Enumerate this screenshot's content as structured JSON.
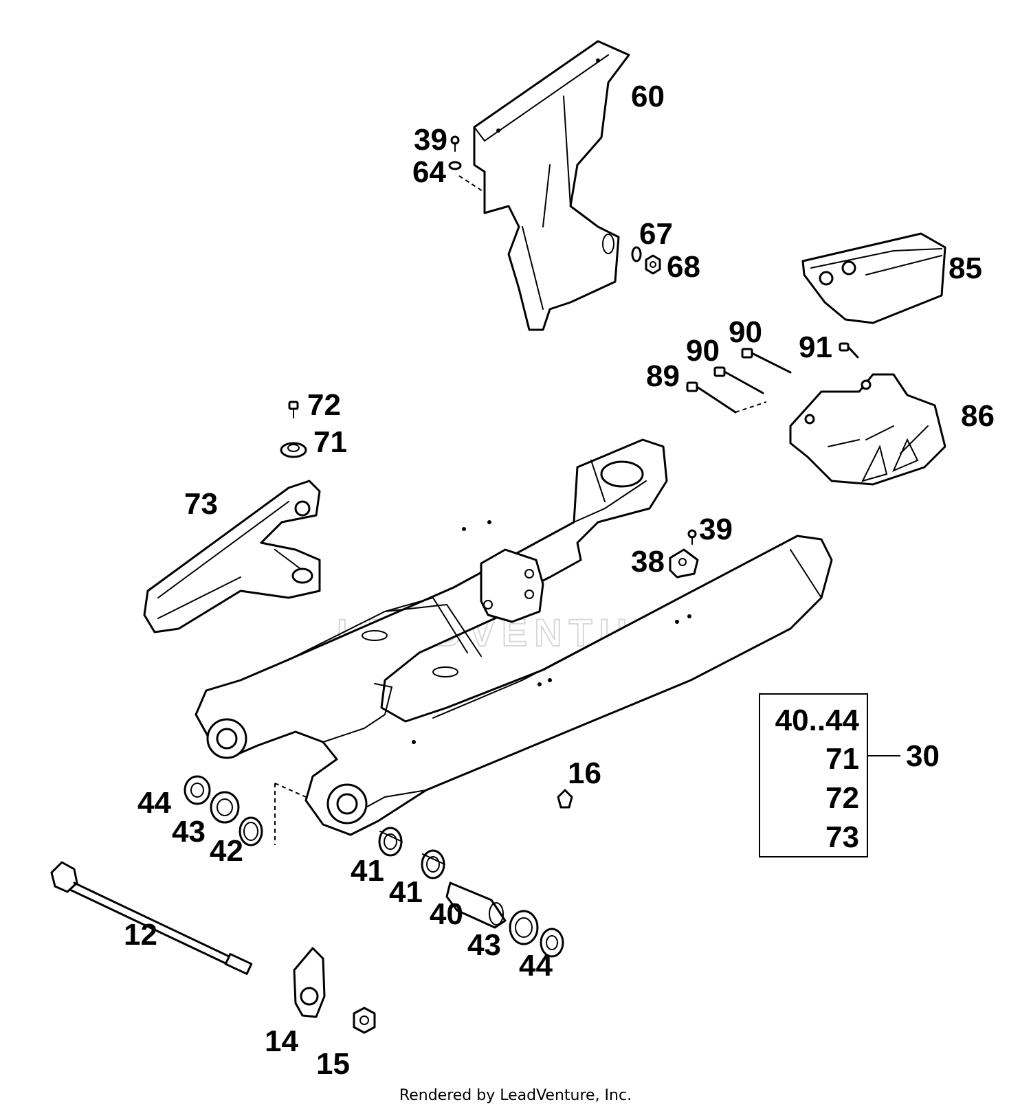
{
  "watermark": "LEADVENTURE",
  "callouts": {
    "c60": "60",
    "c39a": "39",
    "c64": "64",
    "c67": "67",
    "c68": "68",
    "c85": "85",
    "c90a": "90",
    "c90b": "90",
    "c91": "91",
    "c89": "89",
    "c86": "86",
    "c72": "72",
    "c71": "71",
    "c73": "73",
    "c39b": "39",
    "c38": "38",
    "c16": "16",
    "c44a": "44",
    "c43a": "43",
    "c42": "42",
    "c12": "12",
    "c41a": "41",
    "c41b": "41",
    "c40": "40",
    "c43b": "43",
    "c44b": "44",
    "c14": "14",
    "c15": "15"
  },
  "kit": {
    "items": [
      "40..44",
      "71",
      "72",
      "73"
    ],
    "number": "30"
  },
  "footer": "Rendered by LeadVenture, Inc."
}
